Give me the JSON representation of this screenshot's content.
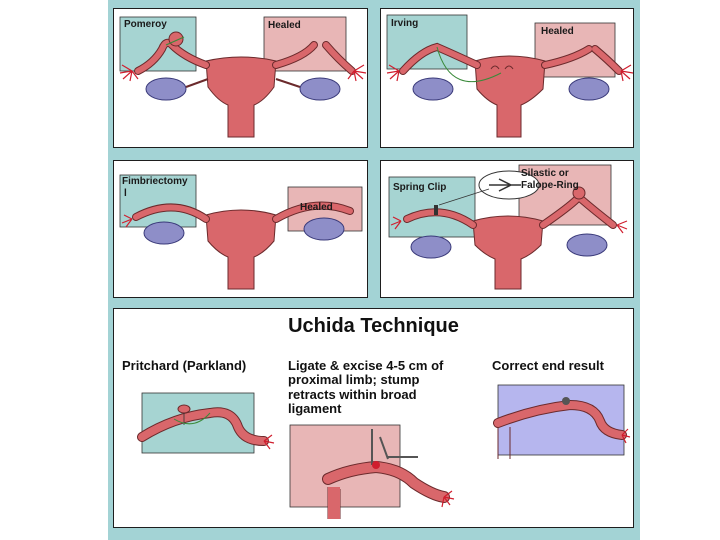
{
  "panels": {
    "pomeroy": {
      "label_left": "Pomeroy",
      "label_right": "Healed"
    },
    "irving": {
      "label_left": "Irving",
      "label_right": "Healed"
    },
    "fimbriectomy": {
      "label_left": "Fimbriectomy",
      "label_left_cont": "l",
      "label_right": "Healed"
    },
    "clip_ring": {
      "label_left": "Spring Clip",
      "label_right_line1": "Silastic or",
      "label_right_line2": "Falope-Ring"
    }
  },
  "uchida": {
    "title": "Uchida Technique",
    "col1_title": "Pritchard (Parkland)",
    "col2_title": "Ligate & excise 4-5 cm of proximal limb; stump retracts within broad ligament",
    "col3_title": "Correct end result"
  },
  "colors": {
    "slide_bg": "#a3d3d5",
    "uterus": "#d9676b",
    "uterus_stroke": "#6b2a2c",
    "ovary": "#8e8ec8",
    "fimbria": "#d01e2e",
    "teal_box": "#a6d4d2",
    "pink_box": "#e8b6b6",
    "lavender_box": "#b6b6ee"
  }
}
